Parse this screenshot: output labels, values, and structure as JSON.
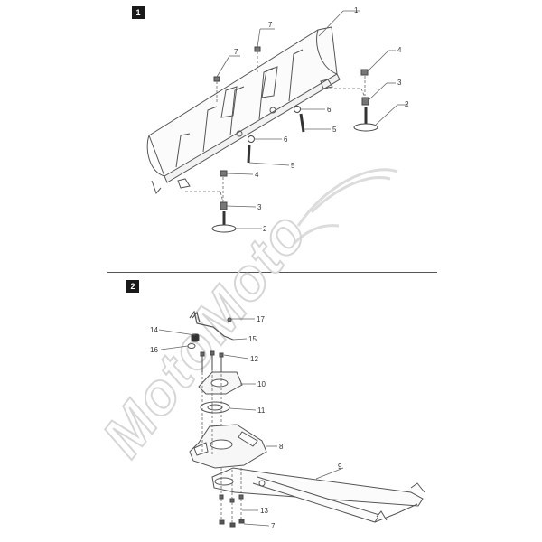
{
  "sections": [
    {
      "number": "1"
    },
    {
      "number": "2"
    }
  ],
  "watermark": {
    "text": "MotoMoto"
  },
  "callouts_section1": [
    "1",
    "7",
    "7",
    "4",
    "3",
    "2",
    "6",
    "5",
    "6",
    "5",
    "4",
    "3",
    "2"
  ],
  "callouts_section2": [
    "17",
    "14",
    "15",
    "16",
    "12",
    "10",
    "11",
    "8",
    "9",
    "13",
    "7"
  ],
  "colors": {
    "line": "#555555",
    "badge": "#1a1a1a",
    "watermark": "#d8d8d8"
  }
}
